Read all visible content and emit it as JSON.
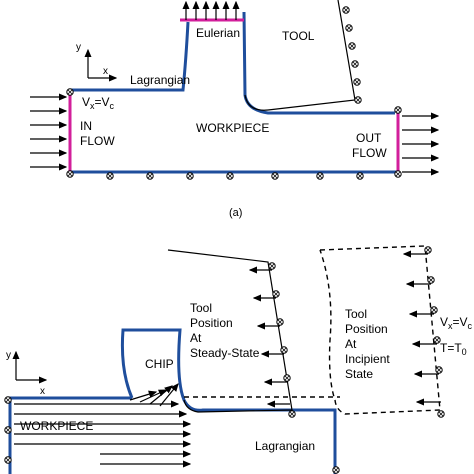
{
  "panel_a": {
    "label_eulerian": "Eulerian",
    "label_tool": "TOOL",
    "label_lagrangian": "Lagrangian",
    "label_vx": "V",
    "label_vx_sub": "x",
    "label_vx_eq": "=V",
    "label_vc_sub": "c",
    "label_in": "IN",
    "label_flow": "FLOW",
    "label_workpiece": "WORKPIECE",
    "label_out": "OUT",
    "label_outflow": "FLOW",
    "axis_y": "y",
    "axis_x": "x",
    "caption": "(a)"
  },
  "panel_b": {
    "label_chip": "CHIP",
    "label_tool_ss": [
      "Tool",
      "Position",
      "At",
      "Steady-State"
    ],
    "label_tool_inc": [
      "Tool",
      "Position",
      "At",
      "Incipient",
      "State"
    ],
    "label_vx": "V",
    "label_vx_sub": "x",
    "label_vx_eq": "=V",
    "label_vc_sub": "c",
    "label_t": "T=T",
    "label_t_sub": "0",
    "label_workpiece": "WORKPIECE",
    "label_lagrangian": "Lagrangian",
    "axis_y": "y",
    "axis_x": "x"
  },
  "colors": {
    "boundary": "#1f4e9c",
    "eulerian_boundary": "#d21f9b"
  }
}
